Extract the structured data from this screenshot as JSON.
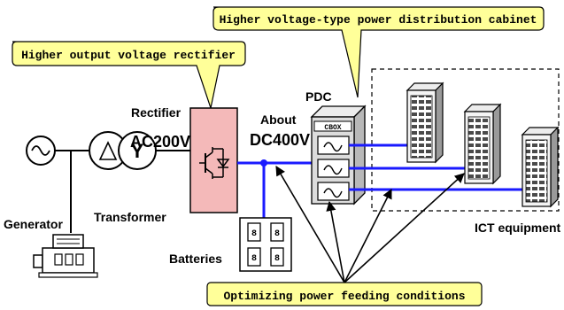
{
  "callouts": {
    "cabinet": "Higher voltage-type power distribution cabinet",
    "rectifier": "Higher output voltage rectifier",
    "feeding": "Optimizing power feeding conditions"
  },
  "labels": {
    "generator": "Generator",
    "transformer": "Transformer",
    "transformer_symbol": "Y",
    "rectifier": "Rectifier",
    "ac_voltage": "AC200V",
    "about": "About",
    "dc_voltage": "DC400V",
    "pdc": "PDC",
    "cbox": "CBOX",
    "batteries": "Batteries",
    "ict": "ICT equipment"
  },
  "colors": {
    "callout_fill": "#ffff99",
    "rectifier_fill": "#f4b9b9",
    "feed_line": "#1a1aff",
    "cabinet_fill": "#dcdcdc"
  }
}
